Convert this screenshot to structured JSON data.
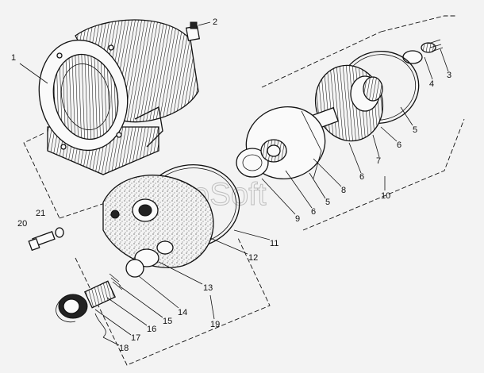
{
  "watermark": "AutoSoft",
  "callouts": [
    "1",
    "2",
    "3",
    "4",
    "5",
    "6",
    "7",
    "6",
    "8",
    "5",
    "6",
    "9",
    "10",
    "11",
    "12",
    "13",
    "14",
    "15",
    "16",
    "17",
    "18",
    "19",
    "20",
    "21"
  ],
  "colors": {
    "ink": "#111111",
    "paper": "#f3f3f3",
    "watermark": "#bdbdbd"
  }
}
